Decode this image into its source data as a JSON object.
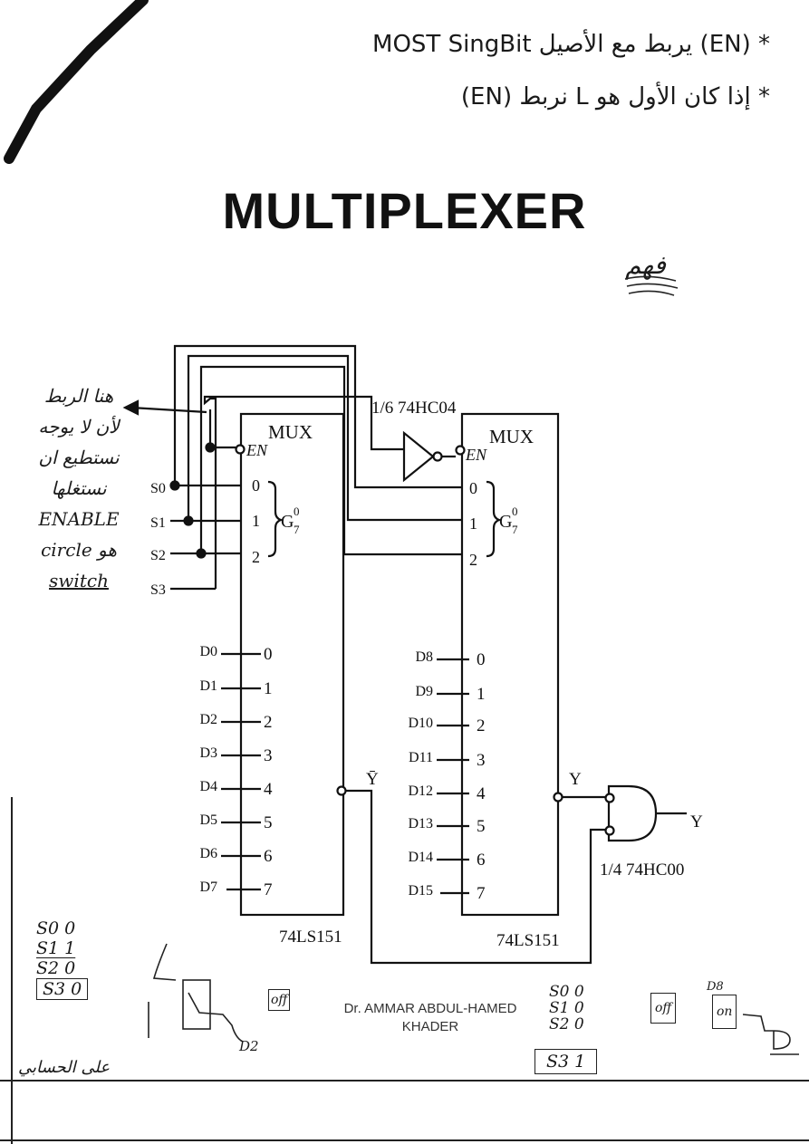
{
  "handwritten": {
    "line1": "* (EN) يربط مع الأصيل MOST SingBit",
    "line2": "* إذا كان الأول هو L نربط (EN)",
    "signature": "فهم",
    "margin": [
      "هنا الربط",
      "لأن لا يوجه",
      "نستطيع ان نستغلها",
      "ENABLE",
      "circle هو",
      "switch"
    ]
  },
  "title": "MULTIPLEXER",
  "diagram": {
    "mux_label": "MUX",
    "en_label": "EN",
    "g_label": "G",
    "g_sup": "0",
    "g_sub": "7",
    "select_inputs": [
      "S0",
      "S1",
      "S2",
      "S3"
    ],
    "select_pins": [
      "0",
      "1",
      "2"
    ],
    "data_pins": [
      "0",
      "1",
      "2",
      "3",
      "4",
      "5",
      "6",
      "7"
    ],
    "left_data_inputs": [
      "D0",
      "D1",
      "D2",
      "D3",
      "D4",
      "D5",
      "D6",
      "D7"
    ],
    "right_data_inputs": [
      "D8",
      "D9",
      "D10",
      "D11",
      "D12",
      "D13",
      "D14",
      "D15"
    ],
    "inverter_label": "1/6 74HC04",
    "nand_label": "1/4 74HC00",
    "chip_label": "74LS151",
    "left_output": "Ȳ",
    "right_output": "Y",
    "final_output": "Y"
  },
  "bottom_notes": {
    "left_table": [
      "S0  0",
      "S1  1",
      "S2  0",
      "S3  0"
    ],
    "right_table": [
      "S0  0",
      "S1  0",
      "S2  0"
    ],
    "right_s3": "S3   1",
    "off_label": "off",
    "on_label": "on",
    "d_label": "D8",
    "y_label": "D2",
    "bottom_left": "على الحسابي"
  },
  "credit": {
    "line1": "Dr. AMMAR ABDUL-HAMED",
    "line2": "KHADER"
  }
}
